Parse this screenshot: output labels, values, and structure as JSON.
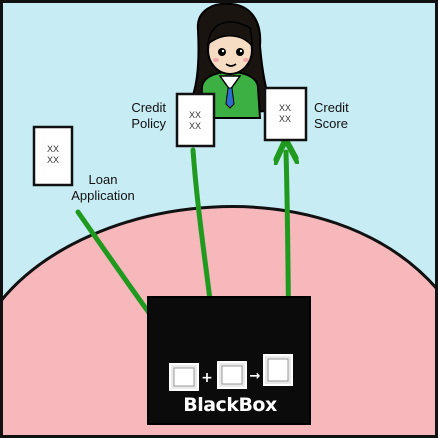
{
  "documents": {
    "loan_application": {
      "line1": "XX",
      "line2": "XX"
    },
    "credit_policy": {
      "line1": "XX",
      "line2": "XX"
    },
    "credit_score": {
      "line1": "XX",
      "line2": "XX"
    }
  },
  "labels": {
    "loan_application": "Loan\nApplication",
    "credit_policy": "Credit\nPolicy",
    "credit_score": "Credit\nScore"
  },
  "black_box": {
    "title": "BlackBox",
    "operator_1": "+",
    "operator_2": "→"
  },
  "colors": {
    "sky": "#c8ecf4",
    "ground": "#f7b8bc",
    "arrow": "#1f9a1f",
    "box": "#0b0b0b",
    "frame": "#111111"
  },
  "icons": [
    "person-icon",
    "document-icon",
    "arrow-icon",
    "stage-box-icon"
  ]
}
